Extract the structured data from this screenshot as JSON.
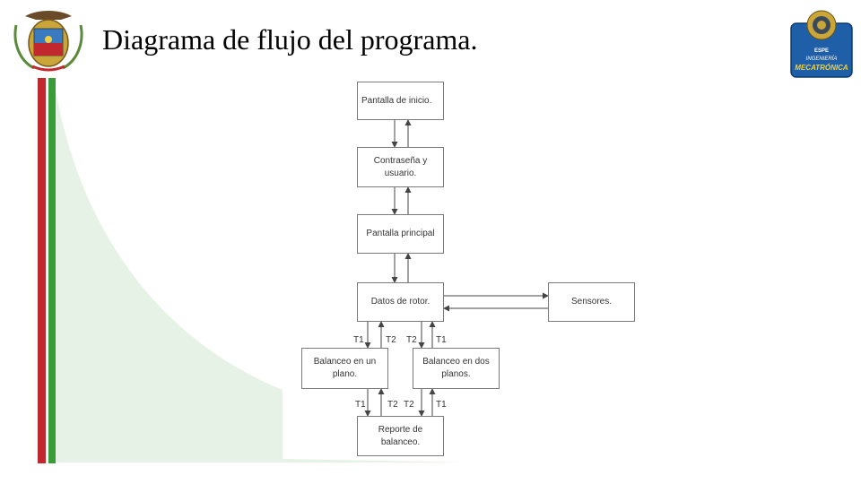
{
  "slide": {
    "title": "Diagrama de flujo del programa.",
    "logo_left": "university-crest-logo",
    "logo_right": "espe-mecatronica-logo",
    "logo_right_text": [
      "ESPE",
      "INGENIERÍA",
      "MECATRÓNICA"
    ],
    "colors": {
      "stripe_red": "#c0282d",
      "stripe_green": "#3a9b3a",
      "curve_fill": "#e5f2e5",
      "logo_blue": "#1e5fa8"
    }
  },
  "flowchart": {
    "nodes": {
      "inicio": "Pantalla de inicio.",
      "login_1": "Contraseña y",
      "login_2": "usuario.",
      "principal": "Pantalla principal",
      "datos": "Datos de rotor.",
      "sensores": "Sensores.",
      "un_plano_1": "Balanceo en un",
      "un_plano_2": "plano.",
      "dos_planos_1": "Balanceo en dos",
      "dos_planos_2": "planos.",
      "reporte_1": "Reporte de",
      "reporte_2": "balanceo."
    },
    "labels": {
      "t1": "T1",
      "t2": "T2"
    }
  }
}
